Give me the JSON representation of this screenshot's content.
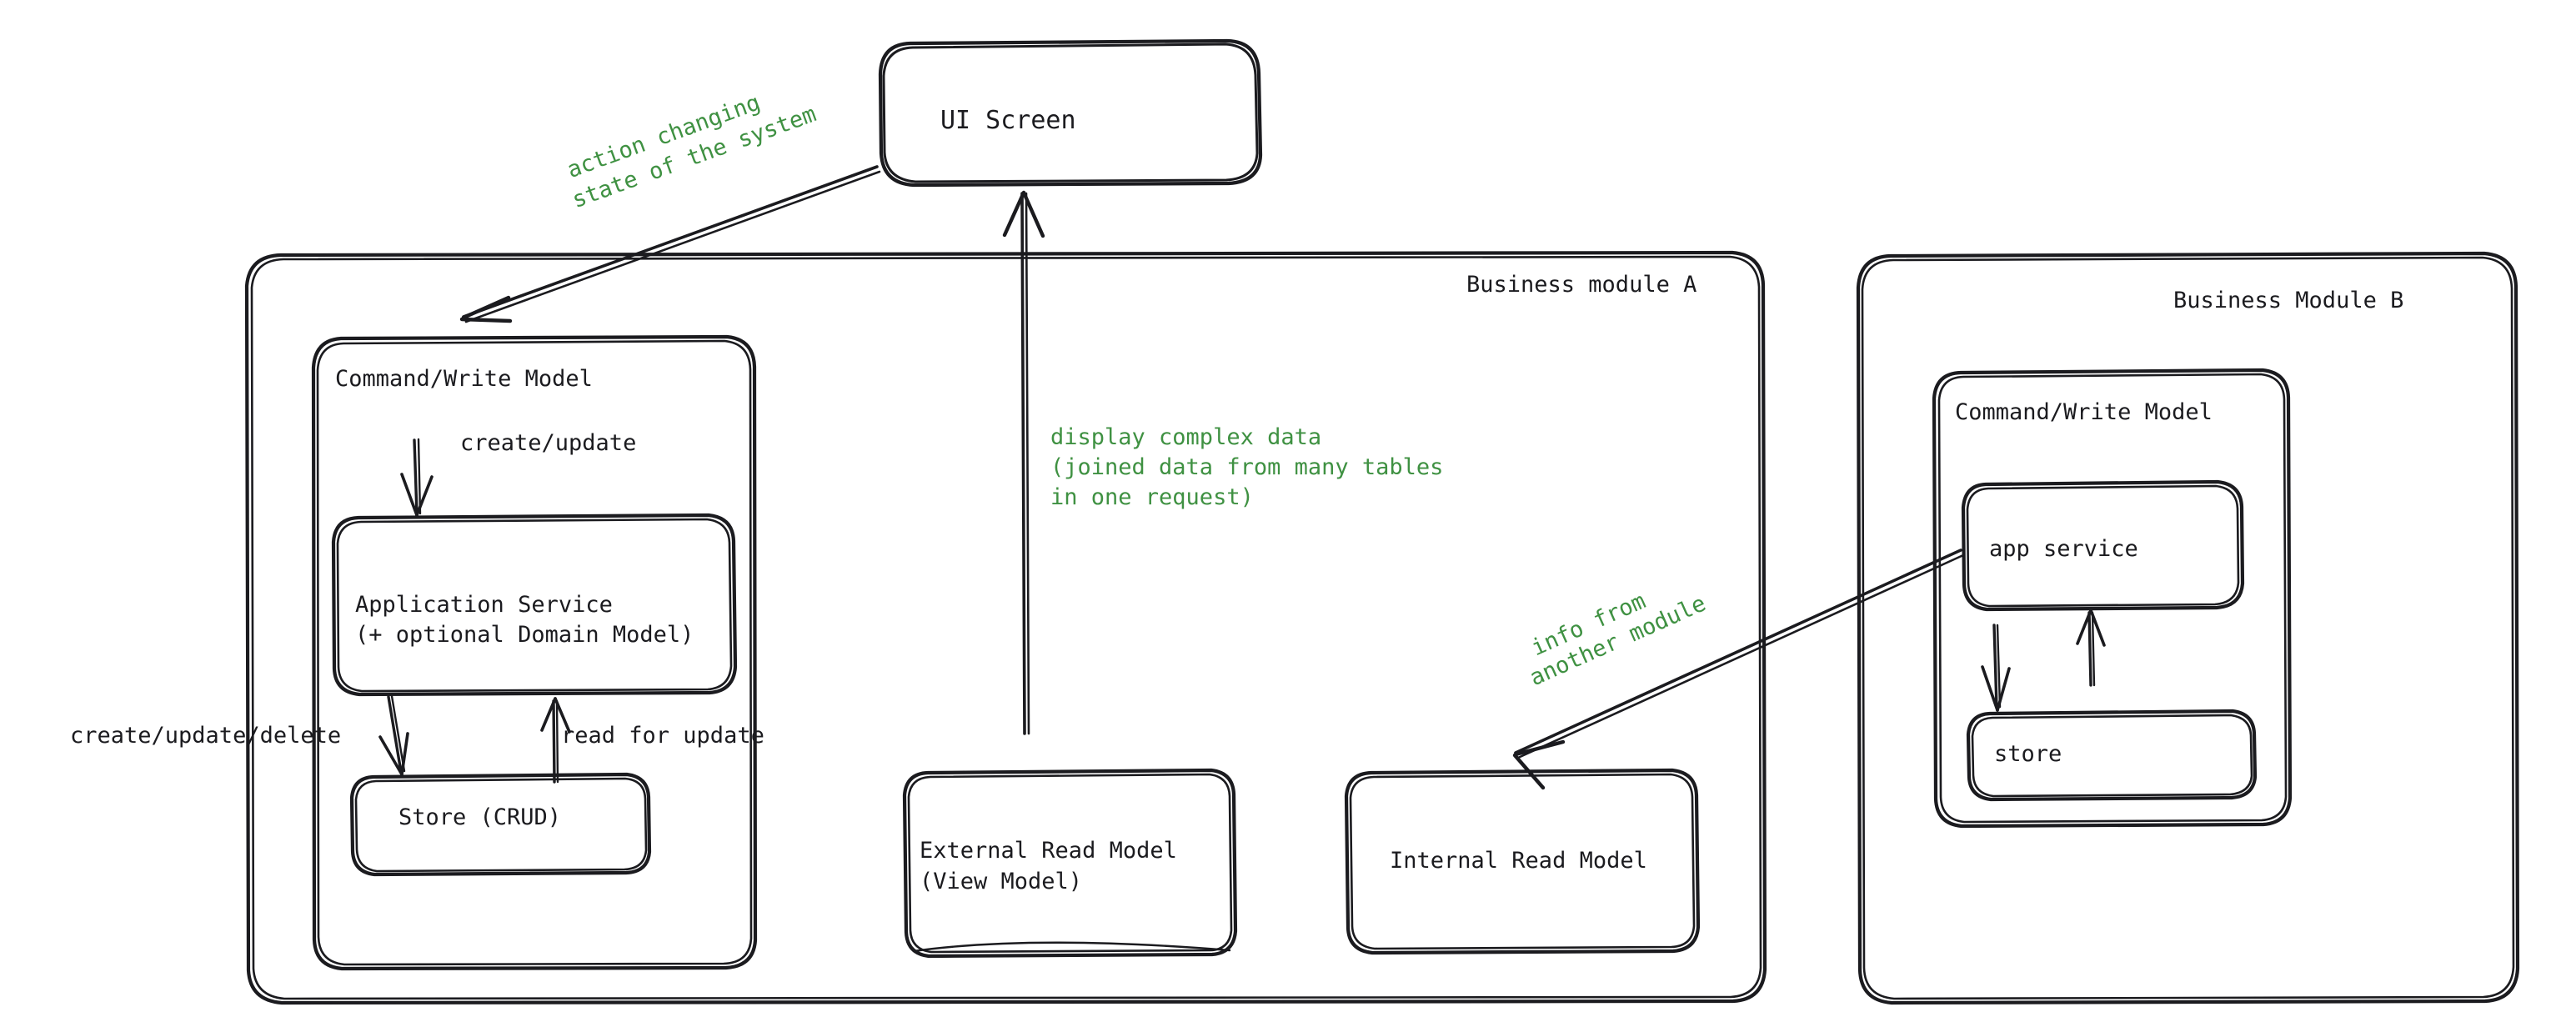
{
  "diagram": {
    "title": "CQRS module architecture sketch",
    "style": "hand-drawn",
    "stroke_color": "#1b1b1f",
    "annotation_color": "#3f9142",
    "background": "#ffffff"
  },
  "nodes": {
    "ui_screen": {
      "label": "UI Screen"
    },
    "module_a": {
      "label": "Business module A",
      "command_write_model": {
        "label": "Command/Write Model"
      },
      "application_service": {
        "line1": "Application Service",
        "line2": "(+ optional Domain Model)"
      },
      "store": {
        "label": "Store (CRUD)"
      },
      "external_read_model": {
        "line1": "External Read Model",
        "line2": "(View Model)"
      },
      "internal_read_model": {
        "label": "Internal Read Model"
      }
    },
    "module_b": {
      "label": "Business Module B",
      "command_write_model": {
        "label": "Command/Write Model"
      },
      "app_service": {
        "label": "app service"
      },
      "store": {
        "label": "store"
      }
    }
  },
  "edge_labels": {
    "action_changing_state": {
      "line1": "action changing",
      "line2": "state of the system"
    },
    "create_update": {
      "label": "create/update"
    },
    "create_update_delete": {
      "label": "create/update/delete"
    },
    "read_for_update": {
      "label": "read for update"
    },
    "display_complex_data": {
      "line1": "display complex data",
      "line2": "(joined data from many tables",
      "line3": "in one request)"
    },
    "info_from_another_module": {
      "line1": "info from",
      "line2": "another module"
    }
  }
}
